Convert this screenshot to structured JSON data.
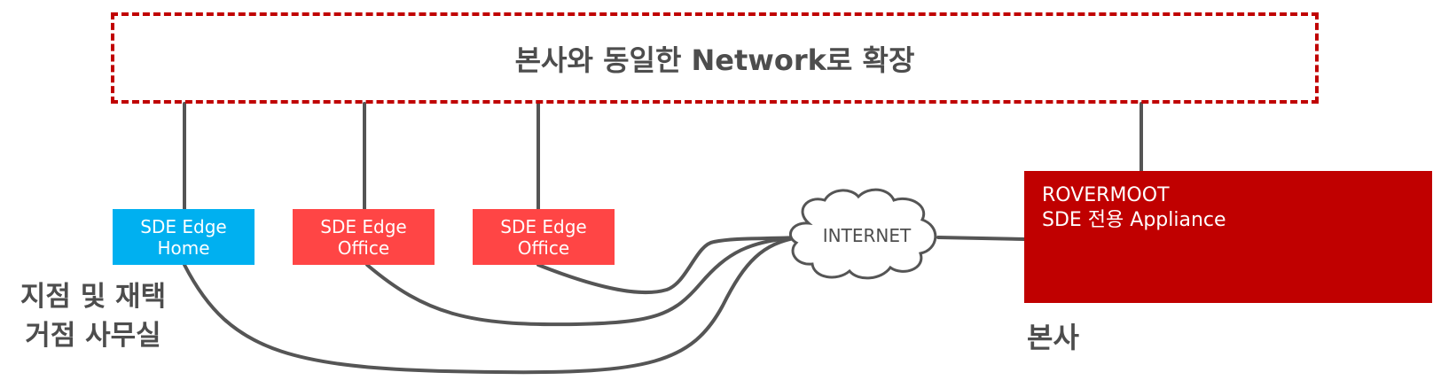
{
  "banner": {
    "text": "본사와 동일한 Network로 확장"
  },
  "edges": [
    {
      "line1": "SDE Edge",
      "line2": "Home",
      "color": "#00b0f0"
    },
    {
      "line1": "SDE Edge",
      "line2": "Office",
      "color": "#ff4545"
    },
    {
      "line1": "SDE Edge",
      "line2": "Office",
      "color": "#ff4545"
    }
  ],
  "branch_caption": {
    "line1": "지점 및 재택",
    "line2": "거점 사무실"
  },
  "cloud": {
    "label": "INTERNET"
  },
  "appliance": {
    "line1": "ROVERMOOT",
    "line2": "SDE 전용 Appliance",
    "color": "#c00000"
  },
  "hq_caption": "본사",
  "colors": {
    "banner_border": "#c00000",
    "wire": "#555555",
    "text": "#4d4d4d"
  }
}
